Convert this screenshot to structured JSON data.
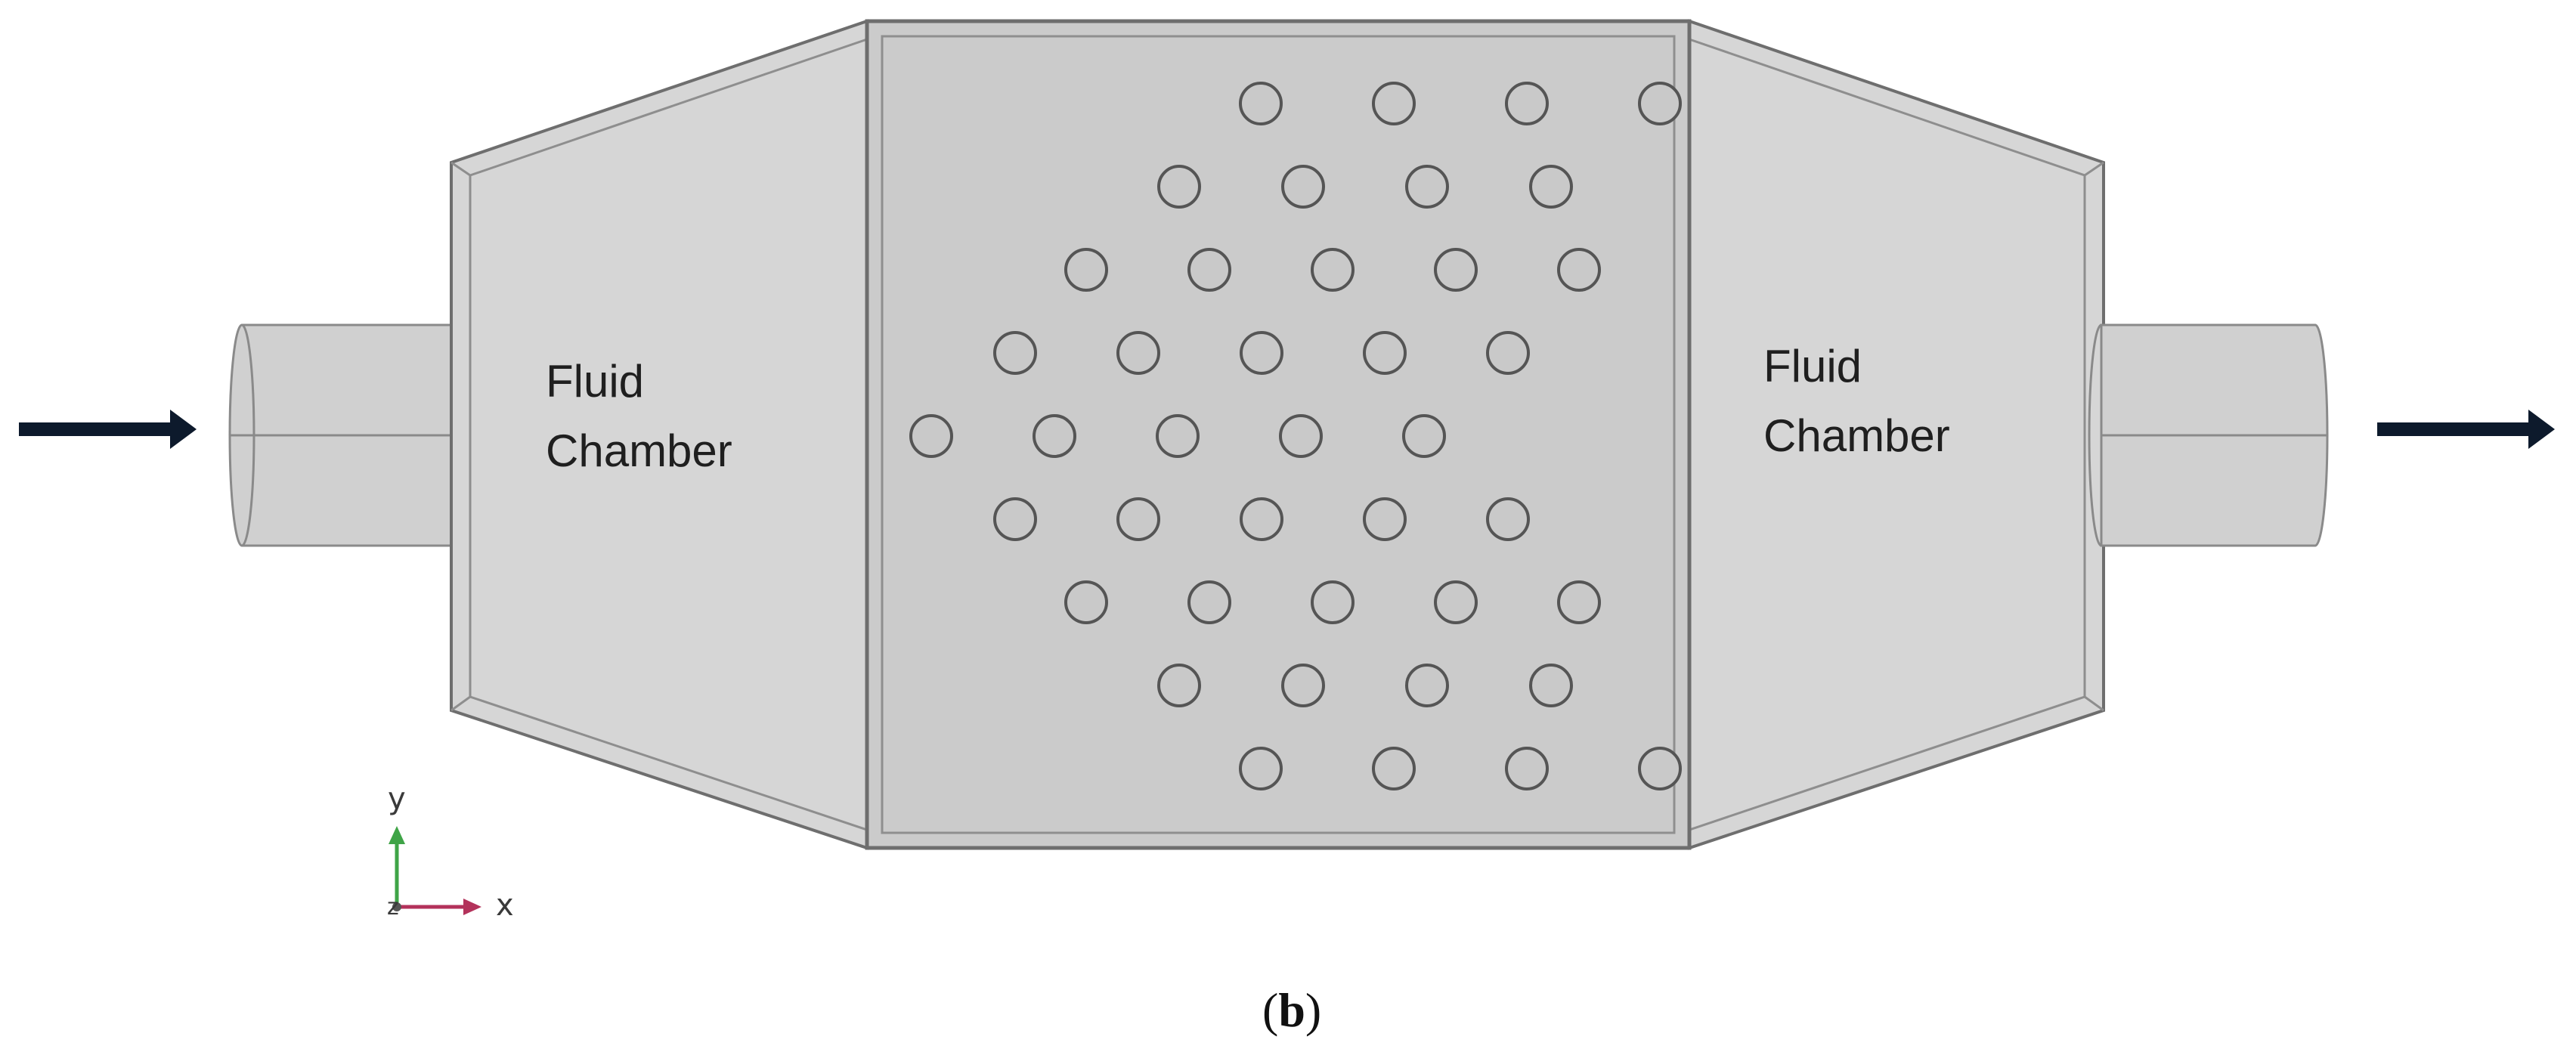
{
  "labels": {
    "left_chamber_line1": "Fluid",
    "left_chamber_line2": "Chamber",
    "right_chamber_line1": "Fluid",
    "right_chamber_line2": "Chamber"
  },
  "axes": {
    "y": "y",
    "x": "x",
    "z": "z"
  },
  "caption": {
    "open": "(",
    "letter": "b",
    "close": ")"
  },
  "colors": {
    "body": "#d4d4d4",
    "core": "#cbcbcb",
    "pipe": "#d0d0d0",
    "outline": "#6e6e6e",
    "arrow": "#0d1a2c",
    "axis_y": "#3fa447",
    "axis_x": "#b3325b"
  },
  "tube_array": {
    "rows": 9,
    "tubes_per_row": [
      4,
      4,
      5,
      5,
      5,
      5,
      5,
      4,
      4
    ],
    "total": 41
  }
}
